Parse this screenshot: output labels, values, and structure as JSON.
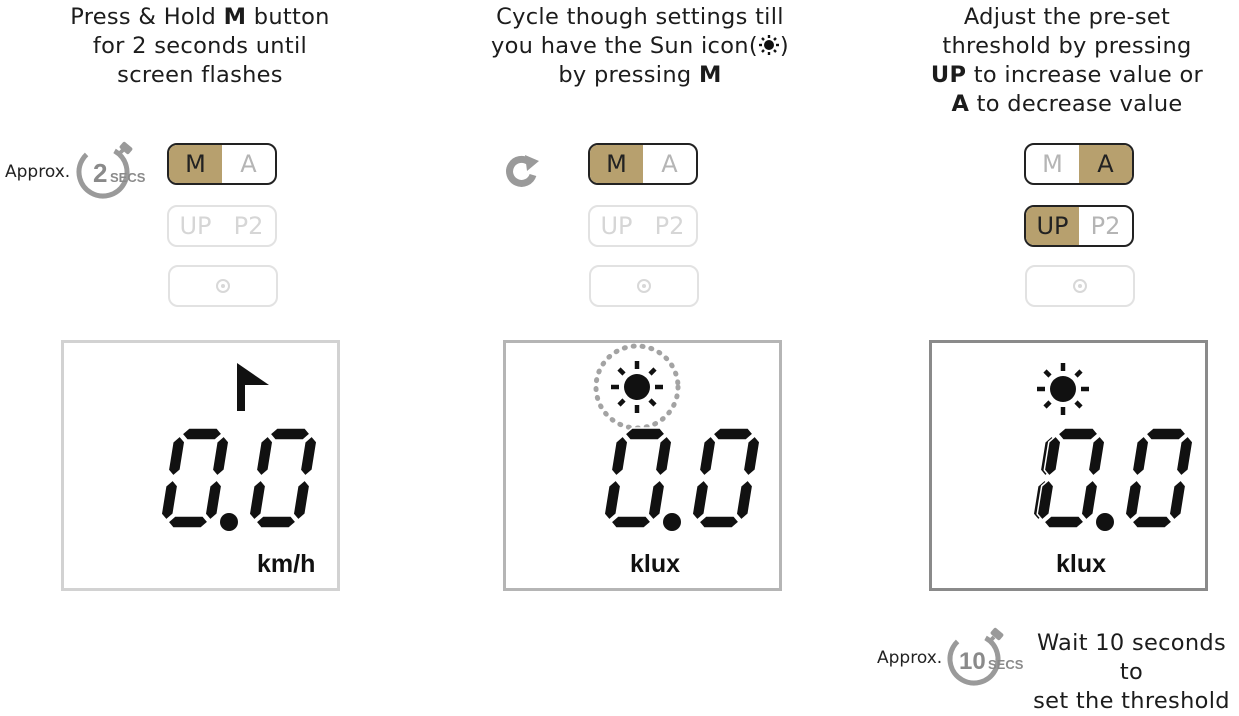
{
  "steps": [
    {
      "instruction": {
        "l1": "Press & Hold ",
        "l1b": "M",
        "l1c": " button",
        "l2": "for 2 seconds until",
        "l3": "screen flashes"
      },
      "timer": {
        "prefix": "Approx.",
        "number": "2",
        "unit": "SECS"
      },
      "buttons": {
        "m": "M",
        "a": "A",
        "up": "UP",
        "p2": "P2"
      },
      "display": {
        "value_left": "0",
        "value_right": "0",
        "unit": "km/h",
        "icon": "flag-icon"
      }
    },
    {
      "instruction": {
        "l1": "Cycle though settings till",
        "l2a": "you have the Sun icon(",
        "l2b": ")",
        "l3a": "by pressing ",
        "l3b": "M"
      },
      "cycle_icon": "refresh-icon",
      "buttons": {
        "m": "M",
        "a": "A",
        "up": "UP",
        "p2": "P2"
      },
      "display": {
        "value_left": "0",
        "value_right": "0",
        "unit": "klux",
        "icon": "sun-icon-flashing"
      }
    },
    {
      "instruction": {
        "l1": "Adjust the pre-set",
        "l2": "threshold by pressing",
        "l3a": "UP",
        "l3b": " to increase value or",
        "l4a": "A",
        "l4b": " to decrease value"
      },
      "buttons": {
        "m": "M",
        "a": "A",
        "up": "UP",
        "p2": "P2"
      },
      "display": {
        "value_left": "10",
        "value_right": "0",
        "unit": "klux",
        "icon": "sun-icon"
      },
      "timer": {
        "prefix": "Approx.",
        "number": "10",
        "unit": "SECS"
      },
      "wait_text": {
        "l1": "Wait 10 seconds to",
        "l2": "set the threshold"
      }
    }
  ],
  "colors": {
    "active_button": "#b7a06e",
    "lcd_segment": "#111111",
    "faded": "#d6d6d6"
  }
}
